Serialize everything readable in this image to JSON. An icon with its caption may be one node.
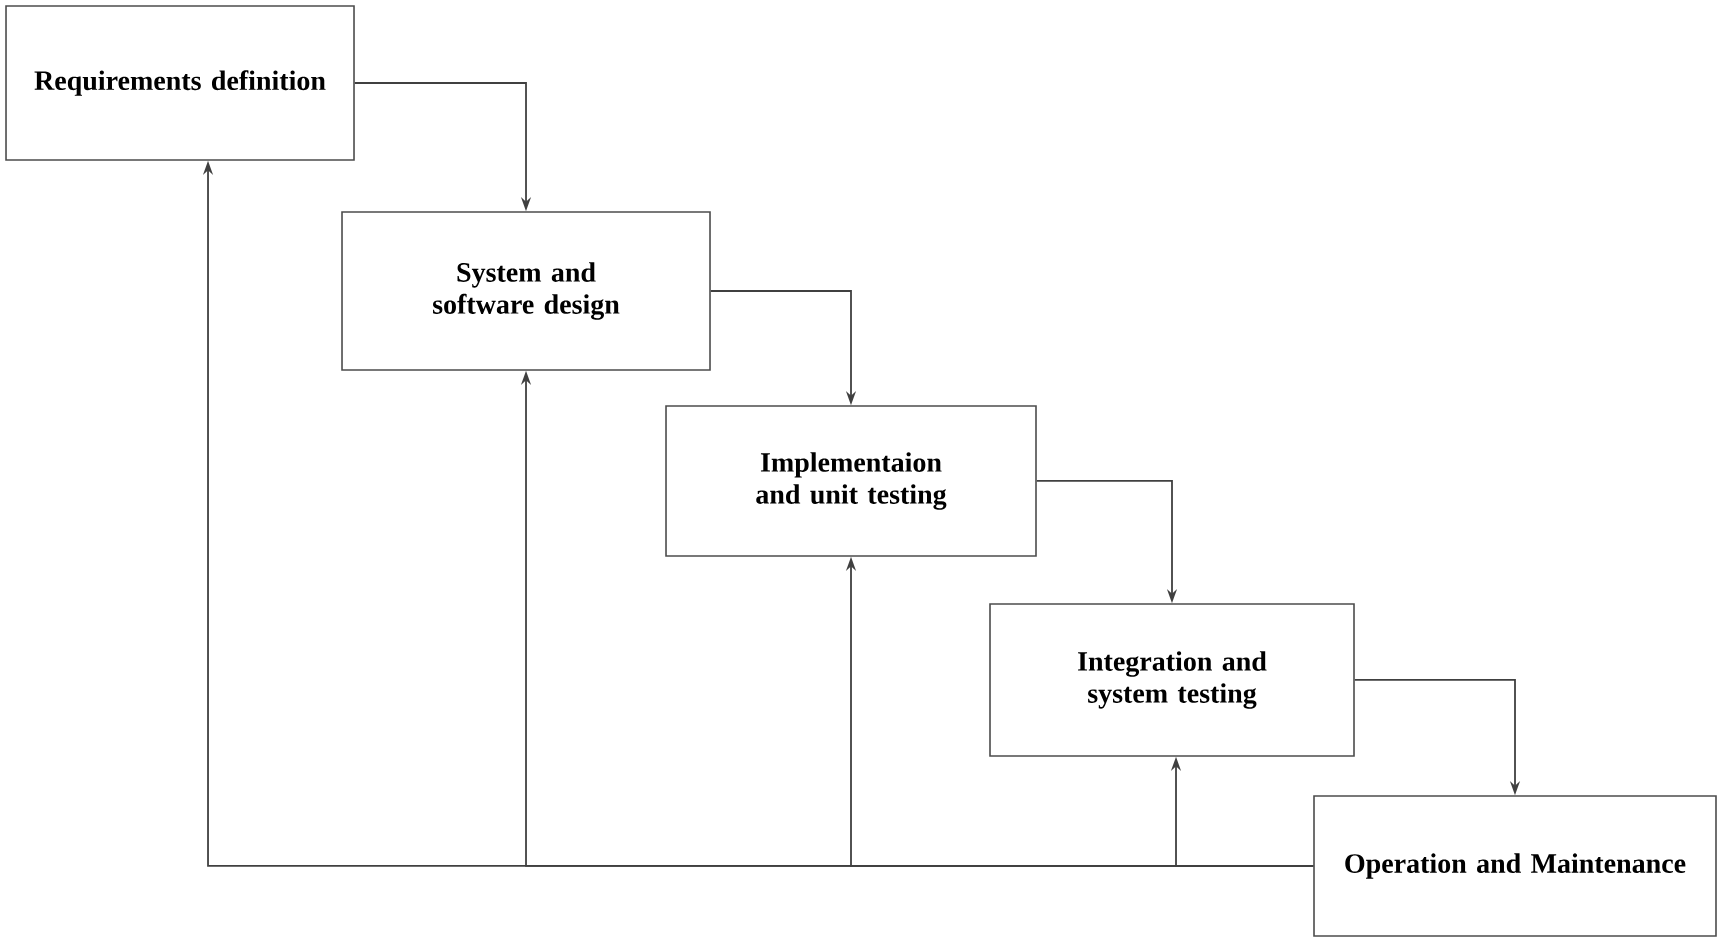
{
  "diagram": {
    "nodes": [
      {
        "text": [
          "Requirements definition"
        ]
      },
      {
        "text": [
          "System and software design"
        ]
      },
      {
        "text": [
          "Implementaion and unit testing"
        ]
      },
      {
        "text": [
          "Integration and system testing"
        ]
      },
      {
        "text": [
          "Operation and Maintenance"
        ]
      }
    ],
    "edges": [
      {
        "from": 0,
        "to": 1,
        "arrow": "to"
      },
      {
        "from": 1,
        "to": 2,
        "arrow": "to"
      },
      {
        "from": 2,
        "to": 3,
        "arrow": "to"
      },
      {
        "from": 3,
        "to": 4,
        "arrow": "to"
      },
      {
        "from": 4,
        "to": 0,
        "arrow": "to"
      },
      {
        "from": 4,
        "to": 1,
        "arrow": "to"
      },
      {
        "from": 4,
        "to": 2,
        "arrow": "to"
      },
      {
        "from": 4,
        "to": 3,
        "arrow": "to"
      }
    ]
  }
}
